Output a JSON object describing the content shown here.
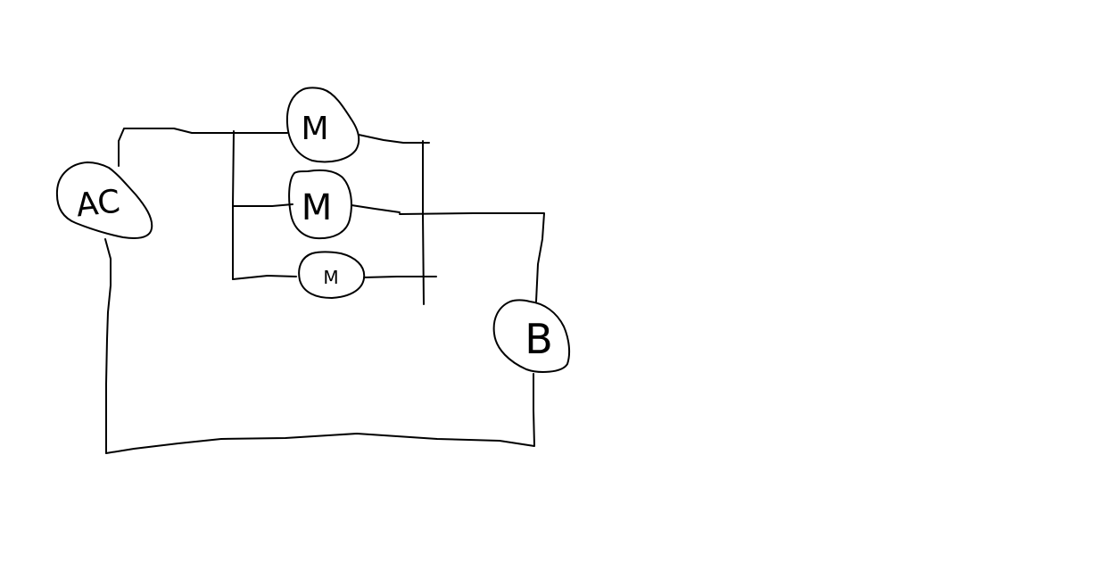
{
  "diagram": {
    "colors": {
      "background": "#ffffff",
      "ink": "#000000"
    },
    "components": [
      {
        "id": "ac-source",
        "label": "AC"
      },
      {
        "id": "motor-1",
        "label": "M"
      },
      {
        "id": "motor-2",
        "label": "M"
      },
      {
        "id": "motor-3",
        "label": "M"
      },
      {
        "id": "battery",
        "label": "B"
      }
    ]
  }
}
